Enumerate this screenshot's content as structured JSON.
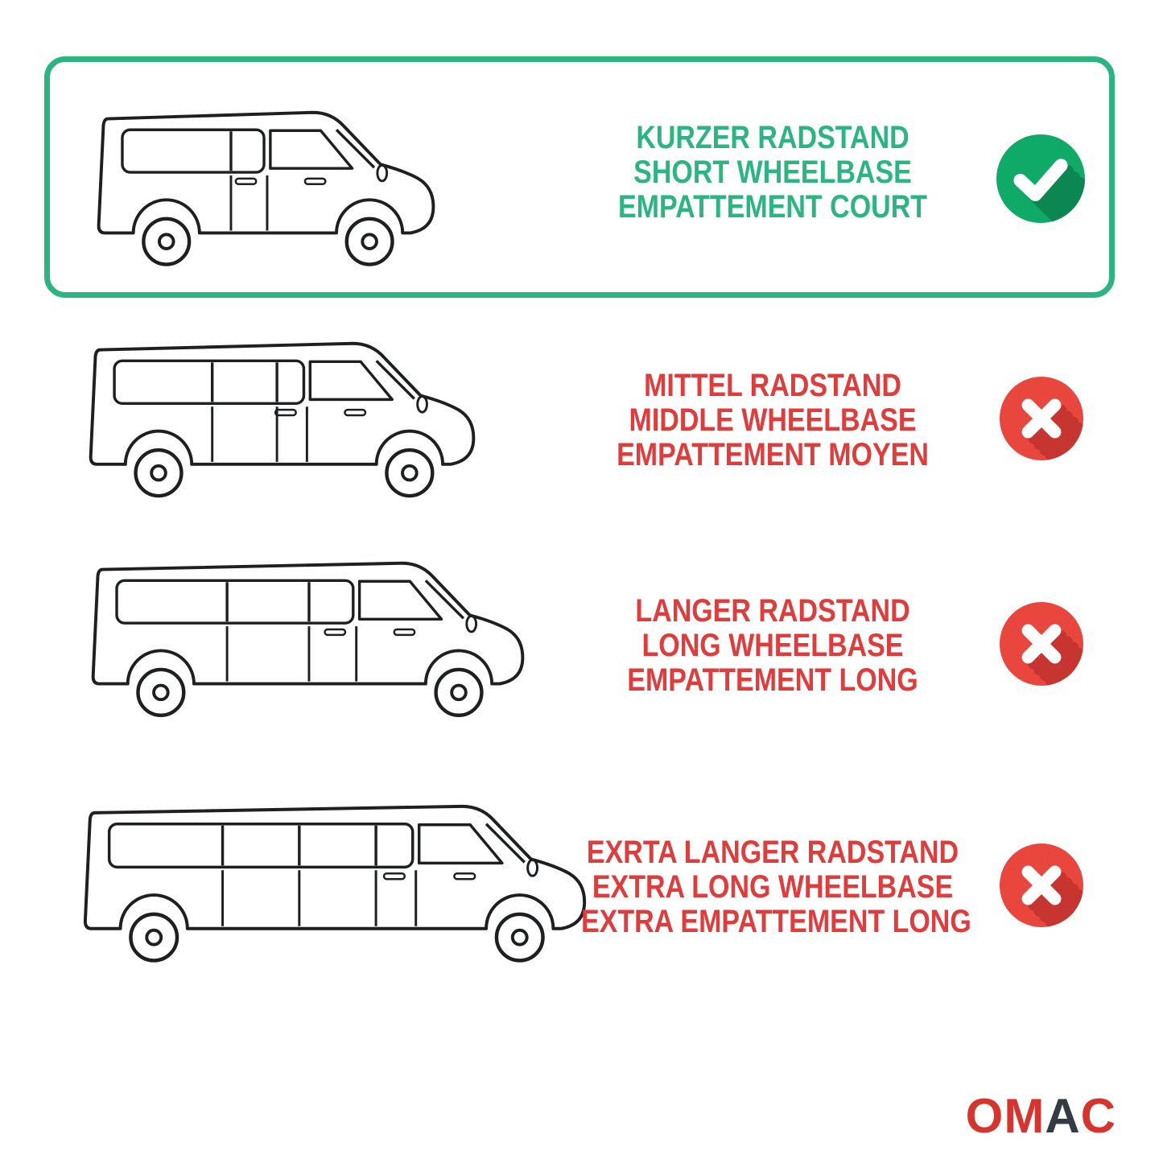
{
  "rows": [
    {
      "name": "short-wheelbase",
      "lines": [
        "KURZER RADSTAND",
        "SHORT WHEELBASE",
        "EMPATTEMENT COURT"
      ],
      "status": "selected",
      "icon": "check"
    },
    {
      "name": "middle-wheelbase",
      "lines": [
        "MITTEL RADSTAND",
        "MIDDLE WHEELBASE",
        "EMPATTEMENT MOYEN"
      ],
      "status": "rejected",
      "icon": "cross"
    },
    {
      "name": "long-wheelbase",
      "lines": [
        "LANGER RADSTAND",
        "LONG WHEELBASE",
        "EMPATTEMENT LONG"
      ],
      "status": "rejected",
      "icon": "cross"
    },
    {
      "name": "extra-long-wheelbase",
      "lines": [
        "EXRTA LANGER RADSTAND",
        "EXTRA LONG WHEELBASE",
        "EXTRA EMPATTEMENT LONG"
      ],
      "status": "rejected",
      "icon": "cross"
    }
  ],
  "colors": {
    "green_accent": "#2bb581",
    "green_circle": "#0fa968",
    "green_shadow": "#0c8751",
    "red_text": "#e03c3c",
    "red_circle": "#e9463d",
    "red_shadow": "#c63530",
    "line": "#1d1f21",
    "logo_red": "#d6342c",
    "logo_dark": "#343b43"
  },
  "logo": {
    "parts": [
      "OM",
      "A",
      "C"
    ]
  }
}
